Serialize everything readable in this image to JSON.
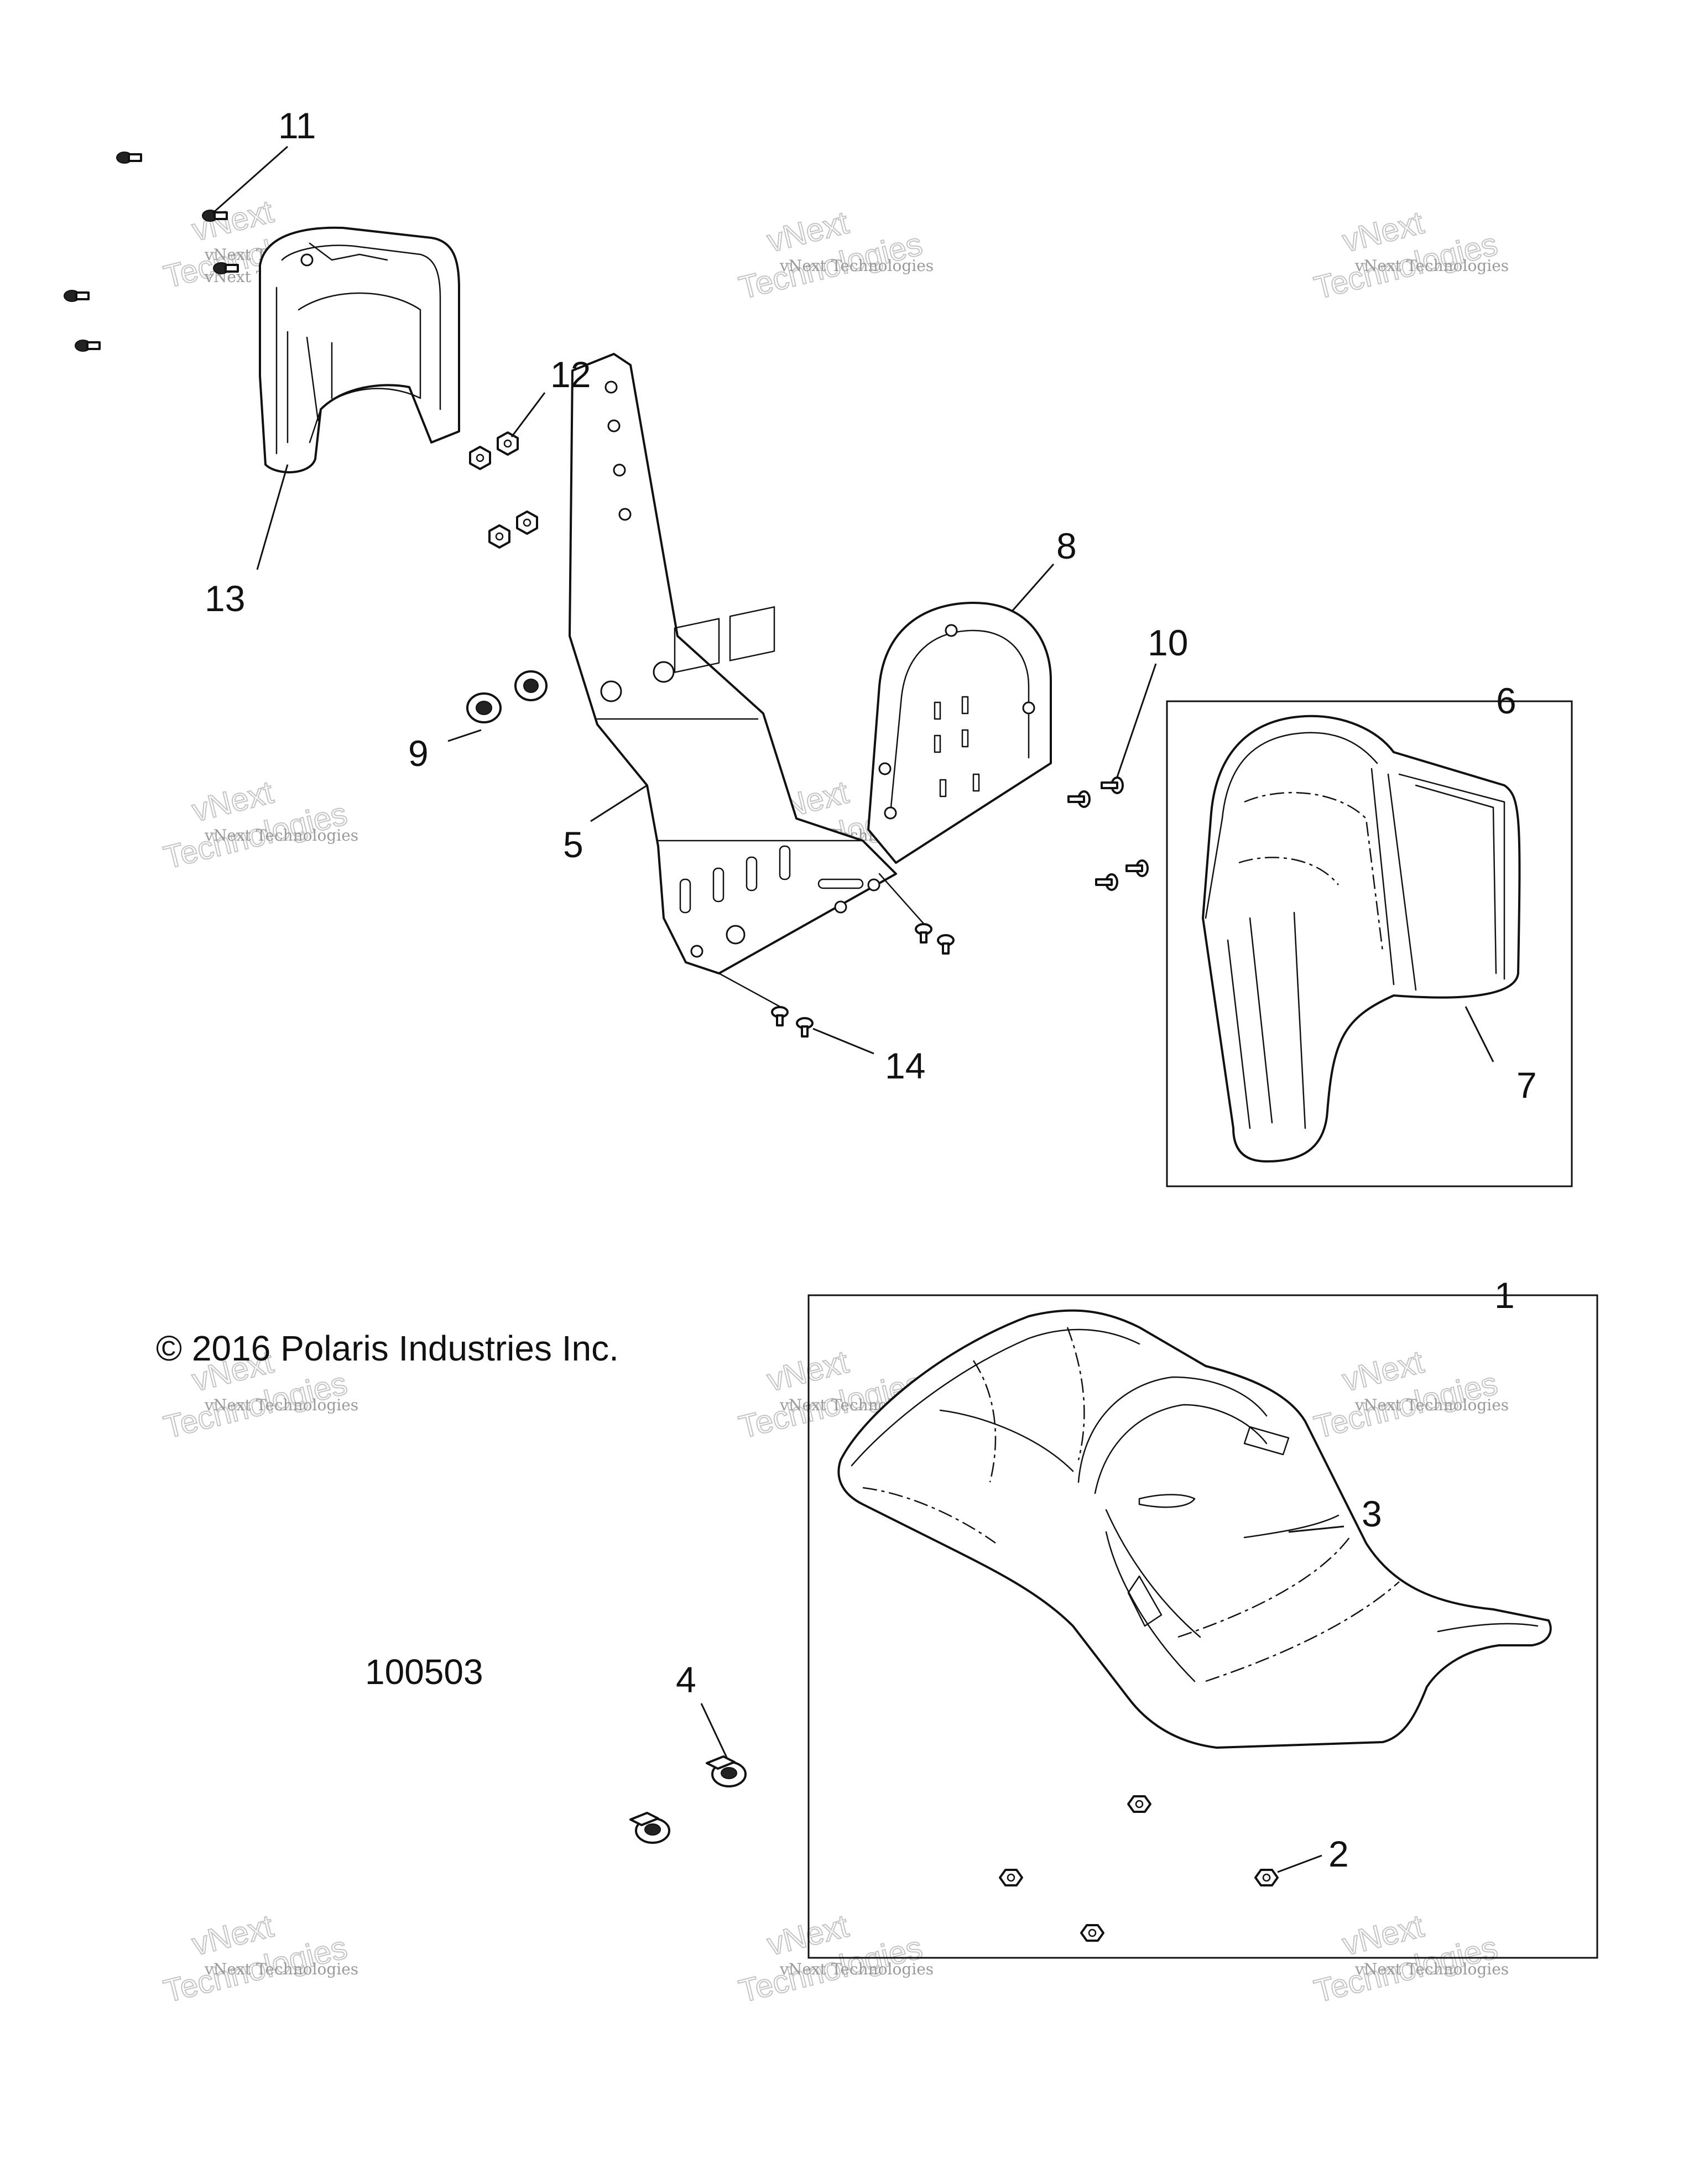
{
  "copyright": "© 2016 Polaris Industries Inc.",
  "document_number": "100503",
  "watermark": {
    "small_text": "vNext Technologies",
    "large_line1": "vNext",
    "large_line2": "Technologies"
  },
  "callouts": [
    "1",
    "2",
    "3",
    "4",
    "5",
    "6",
    "7",
    "8",
    "9",
    "10",
    "11",
    "12",
    "13",
    "14"
  ]
}
